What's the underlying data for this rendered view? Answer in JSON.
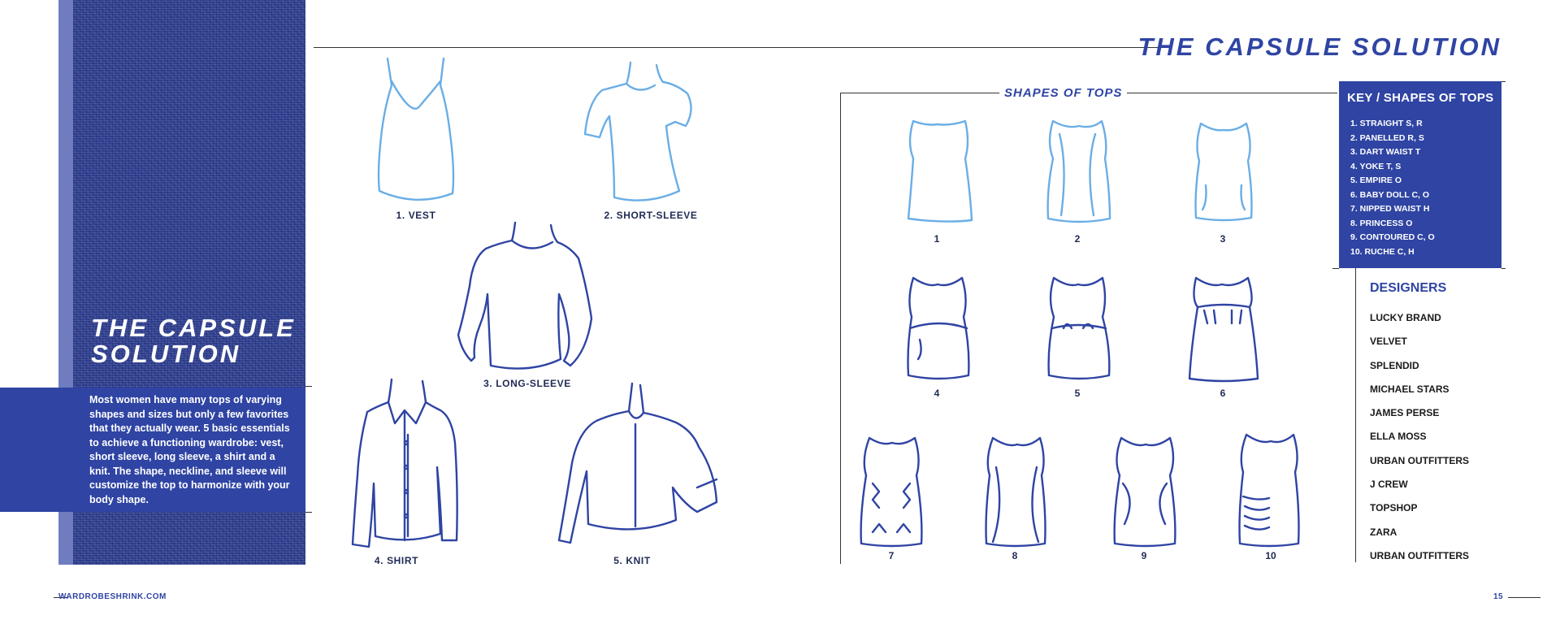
{
  "page": {
    "main_title": "THE CAPSULE SOLUTION",
    "left_title": "THE CAPSULE SOLUTION",
    "intro": "Most women have many tops of varying shapes and sizes but only a few favorites that they actually wear. 5 basic essentials to achieve a functioning wardrobe: vest, short sleeve, long sleeve, a shirt and a knit. The shape, neckline, and sleeve will customize the top to harmonize with your body shape.",
    "footer_site": "WARDROBESHRINK.COM",
    "page_number": "15"
  },
  "essentials": [
    {
      "label": "1. VEST"
    },
    {
      "label": "2. SHORT-SLEEVE"
    },
    {
      "label": "3. LONG-SLEEVE"
    },
    {
      "label": "4. SHIRT"
    },
    {
      "label": "5. KNIT"
    }
  ],
  "shapes": {
    "title": "SHAPES OF TOPS",
    "numbers": [
      "1",
      "2",
      "3",
      "4",
      "5",
      "6",
      "7",
      "8",
      "9",
      "10"
    ]
  },
  "key": {
    "title": "KEY / SHAPES OF TOPS",
    "items": [
      "1. STRAIGHT   S, R",
      "2. PANELLED  R, S",
      "3. DART WAIST  T",
      "4. YOKE  T, S",
      "5. EMPIRE  O",
      "6. BABY DOLL  C, O",
      "7. NIPPED WAIST  H",
      "8. PRINCESS  O",
      "9. CONTOURED  C, O",
      "10. RUCHE  C, H"
    ]
  },
  "designers": {
    "title": "DESIGNERS",
    "items": [
      "LUCKY BRAND",
      "VELVET",
      "SPLENDID",
      "MICHAEL STARS",
      "JAMES PERSE",
      "ELLA MOSS",
      "URBAN OUTFITTERS",
      "J CREW",
      "TOPSHOP",
      "ZARA",
      "URBAN OUTFITTERS"
    ]
  },
  "colors": {
    "accent": "#2f44a3",
    "light_sketch": "#6aaee6",
    "dark_sketch": "#2f44a3"
  }
}
